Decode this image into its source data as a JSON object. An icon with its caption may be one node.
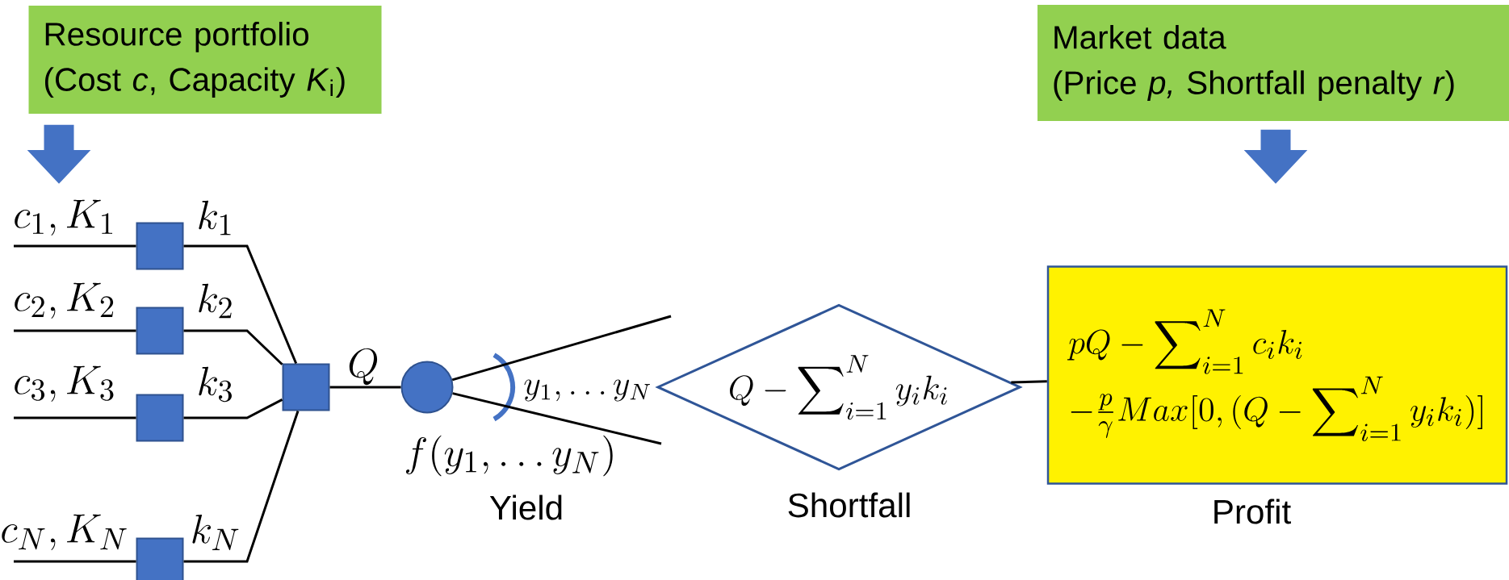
{
  "diagram": {
    "nodes": [
      {
        "text": [
          "Resource portfolio",
          "(Cost *c*, Capacity *K*$_{i}$)"
        ]
      },
      {
        "text": [
          "Market data",
          "(Price *p,* Shortfall penalty *r*)"
        ]
      },
      {
        "text": [],
        "shape": "box"
      },
      {
        "text": [],
        "shape": "box"
      },
      {
        "text": [],
        "shape": "box"
      },
      {
        "text": [],
        "shape": "box"
      },
      {
        "text": [],
        "shape": "box"
      },
      {
        "text": [],
        "shape": "circle",
        "beside": [
          "f(y_1,\\ldots y_N)",
          "Yield"
        ]
      },
      {
        "text": [
          "Q-\\sum\\nolimits_{i=1}^{N} y_i k_i"
        ],
        "beside": [
          "Shortfall"
        ]
      },
      {
        "text": [
          "pQ-\\sum\\nolimits_{i=1}^{N} c_i k_i",
          "-\\tfrac{p}{\\gamma} Max[0,(Q-\\sum\\nolimits_{i=1}^{N} y_i k_i)]"
        ],
        "beside": [
          "Profit"
        ]
      }
    ],
    "edges": [
      {
        "from": 0,
        "to": null,
        "arrow": "to",
        "style": "thick",
        "color": "#4472c4"
      },
      {
        "from": 1,
        "to": null,
        "arrow": "to",
        "style": "thick",
        "color": "#4472c4"
      },
      {
        "from": null,
        "to": 2,
        "arrow": "none",
        "label": "c_1, K_1"
      },
      {
        "from": null,
        "to": 3,
        "arrow": "none",
        "label": "c_2, K_2"
      },
      {
        "from": null,
        "to": 4,
        "arrow": "none",
        "label": "c_3, K_3"
      },
      {
        "from": null,
        "to": 5,
        "arrow": "none",
        "label": "c_N, K_N"
      },
      {
        "from": 2,
        "to": 6,
        "arrow": "none",
        "label": "k_1"
      },
      {
        "from": 3,
        "to": 6,
        "arrow": "none",
        "label": "k_2"
      },
      {
        "from": 4,
        "to": 6,
        "arrow": "none",
        "label": "k_3"
      },
      {
        "from": 5,
        "to": 6,
        "arrow": "none",
        "label": "k_N"
      },
      {
        "from": 6,
        "to": 7,
        "arrow": "none",
        "label": "Q"
      },
      {
        "from": 7,
        "to": null,
        "arrow": "none"
      },
      {
        "from": 7,
        "to": null,
        "arrow": "none"
      },
      {
        "from": 8,
        "to": 9,
        "arrow": "none"
      }
    ],
    "labels": [
      "y_1, \\ldots y_N"
    ]
  }
}
